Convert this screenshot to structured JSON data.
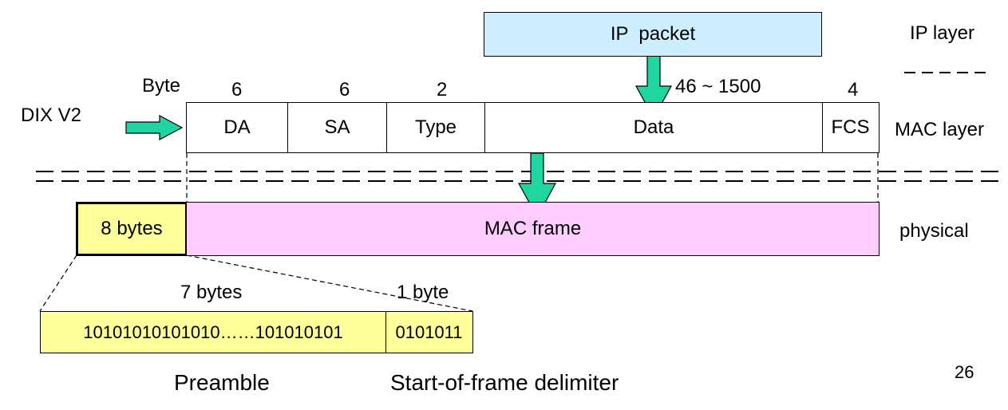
{
  "ip_packet": {
    "label": "IP  packet"
  },
  "layers": {
    "ip": "IP layer",
    "mac": "MAC layer",
    "physical": "physical"
  },
  "frame_header": {
    "byte_label": "Byte",
    "standard": "DIX V2",
    "fields": [
      {
        "name": "DA",
        "size": "6"
      },
      {
        "name": "SA",
        "size": "6"
      },
      {
        "name": "Type",
        "size": "2"
      },
      {
        "name": "Data",
        "size": "46 ~ 1500"
      },
      {
        "name": "FCS",
        "size": "4"
      }
    ]
  },
  "physical": {
    "preamble_box": "8 bytes",
    "mac_frame": "MAC frame"
  },
  "preamble_detail": {
    "left_size": "7 bytes",
    "right_size": "1 byte",
    "left_bits": "10101010101010",
    "dots": "……",
    "left_bits_end": "101010101",
    "sfd_bits": "0101011",
    "preamble_label": "Preamble",
    "sfd_label": "Start-of-frame delimiter"
  },
  "colors": {
    "ip_packet_fill": "#cceeff",
    "mac_frame_fill": "#ffccff",
    "preamble_fill": "#ffff99",
    "arrow_fill": "#1fd6a0"
  },
  "page_number": "26"
}
